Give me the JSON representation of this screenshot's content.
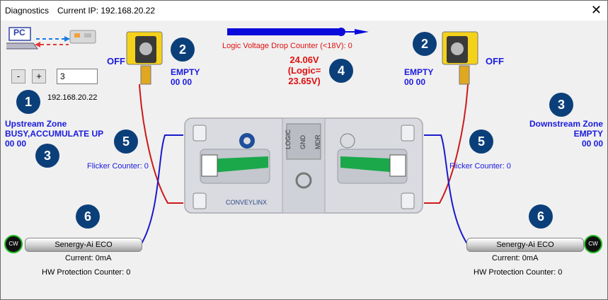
{
  "window": {
    "title": "Diagnostics",
    "current_ip_label": "Current IP: 192.168.20.22",
    "close_glyph": "✕"
  },
  "network": {
    "pc_label": "PC",
    "minus_label": "-",
    "plus_label": "+",
    "address_value": "3",
    "ip_address": "192.168.20.22"
  },
  "logic": {
    "drop_counter": "Logic Voltage Drop Counter (<18V): 0",
    "voltage_line1": "24.06V",
    "voltage_line2": "(Logic=",
    "voltage_line3": "23.65V)"
  },
  "left_sensor": {
    "state": "OFF",
    "zone_state": "EMPTY",
    "zone_code": "00 00"
  },
  "right_sensor": {
    "state": "OFF",
    "zone_state": "EMPTY",
    "zone_code": "00 00"
  },
  "upstream": {
    "title": "Upstream Zone",
    "status": "BUSY,ACCUMULATE UP",
    "code": "00 00",
    "flicker": "Flicker Counter: 0"
  },
  "downstream": {
    "title": "Downstream Zone",
    "status": "EMPTY",
    "code": "00 00",
    "flicker": "Flicker Counter: 0"
  },
  "left_motor": {
    "name": "Senergy-Ai ECO",
    "current": "Current: 0mA",
    "hw_protection": "HW Protection Counter: 0",
    "direction": "CW"
  },
  "right_motor": {
    "name": "Senergy-Ai ECO",
    "current": "Current: 0mA",
    "hw_protection": "HW Protection Counter: 0",
    "direction": "CW"
  },
  "device": {
    "brand": "CONVEYLINX",
    "terminal_labels": [
      "LOGIC",
      "GND",
      "MDR"
    ]
  },
  "markers": {
    "one": "1",
    "two": "2",
    "three": "3",
    "four": "4",
    "five": "5",
    "six": "6"
  },
  "colors": {
    "marker_bg": "#0b3f7a",
    "status_blue": "#1a1adf",
    "alert_red": "#e01010",
    "arrow_blue": "#0a0adc",
    "sensor_yellow": "#f5d21a",
    "conveyor_green": "#1aa84a"
  }
}
